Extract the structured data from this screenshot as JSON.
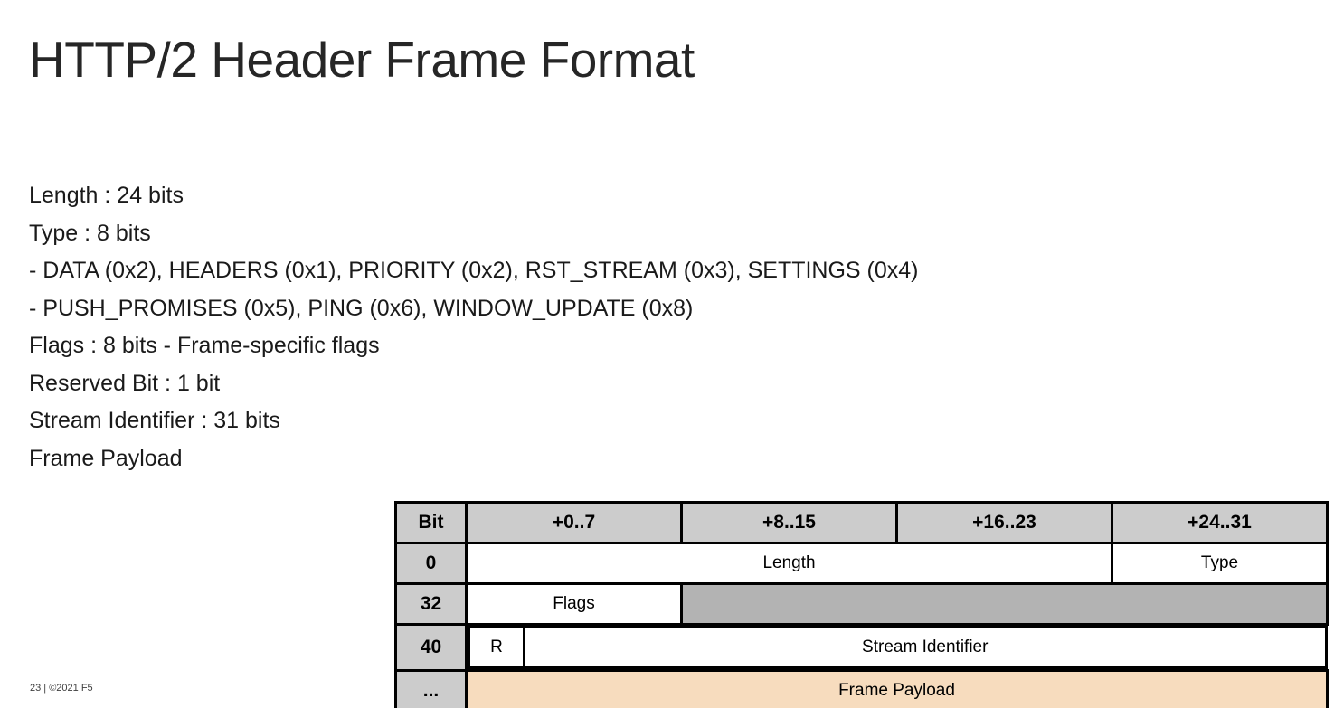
{
  "slide": {
    "title": "HTTP/2 Header Frame Format",
    "footer": "23 | ©2021 F5"
  },
  "body": {
    "lines": [
      "Length : 24 bits",
      "Type : 8 bits",
      " - DATA (0x2), HEADERS (0x1), PRIORITY (0x2), RST_STREAM (0x3), SETTINGS (0x4)",
      " - PUSH_PROMISES (0x5), PING (0x6), WINDOW_UPDATE (0x8)",
      "Flags : 8 bits -  Frame-specific flags",
      "Reserved Bit : 1 bit",
      "Stream Identifier : 31 bits",
      "Frame Payload"
    ]
  },
  "frame_table": {
    "header": {
      "bit_label": "Bit",
      "octets": [
        "+0..7",
        "+8..15",
        "+16..23",
        "+24..31"
      ]
    },
    "rows": [
      {
        "offset": "0",
        "cells": [
          {
            "label": "Length",
            "fill": "white"
          },
          {
            "label": "Type",
            "fill": "white"
          }
        ]
      },
      {
        "offset": "32",
        "cells": [
          {
            "label": "Flags",
            "fill": "white"
          },
          {
            "label": "",
            "fill": "reserved"
          }
        ]
      },
      {
        "offset": "40",
        "cells": [
          {
            "label": "R",
            "fill": "white"
          },
          {
            "label": "Stream Identifier",
            "fill": "white"
          }
        ]
      },
      {
        "offset": "...",
        "cells": [
          {
            "label": "Frame Payload",
            "fill": "payload"
          }
        ]
      }
    ]
  },
  "colors": {
    "header_gray": "#CCCCCC",
    "reserved_gray": "#B3B3B3",
    "payload_peach": "#F7DCBE",
    "border_black": "#000000",
    "title_text": "#262626",
    "body_text": "#1A1A1A"
  }
}
